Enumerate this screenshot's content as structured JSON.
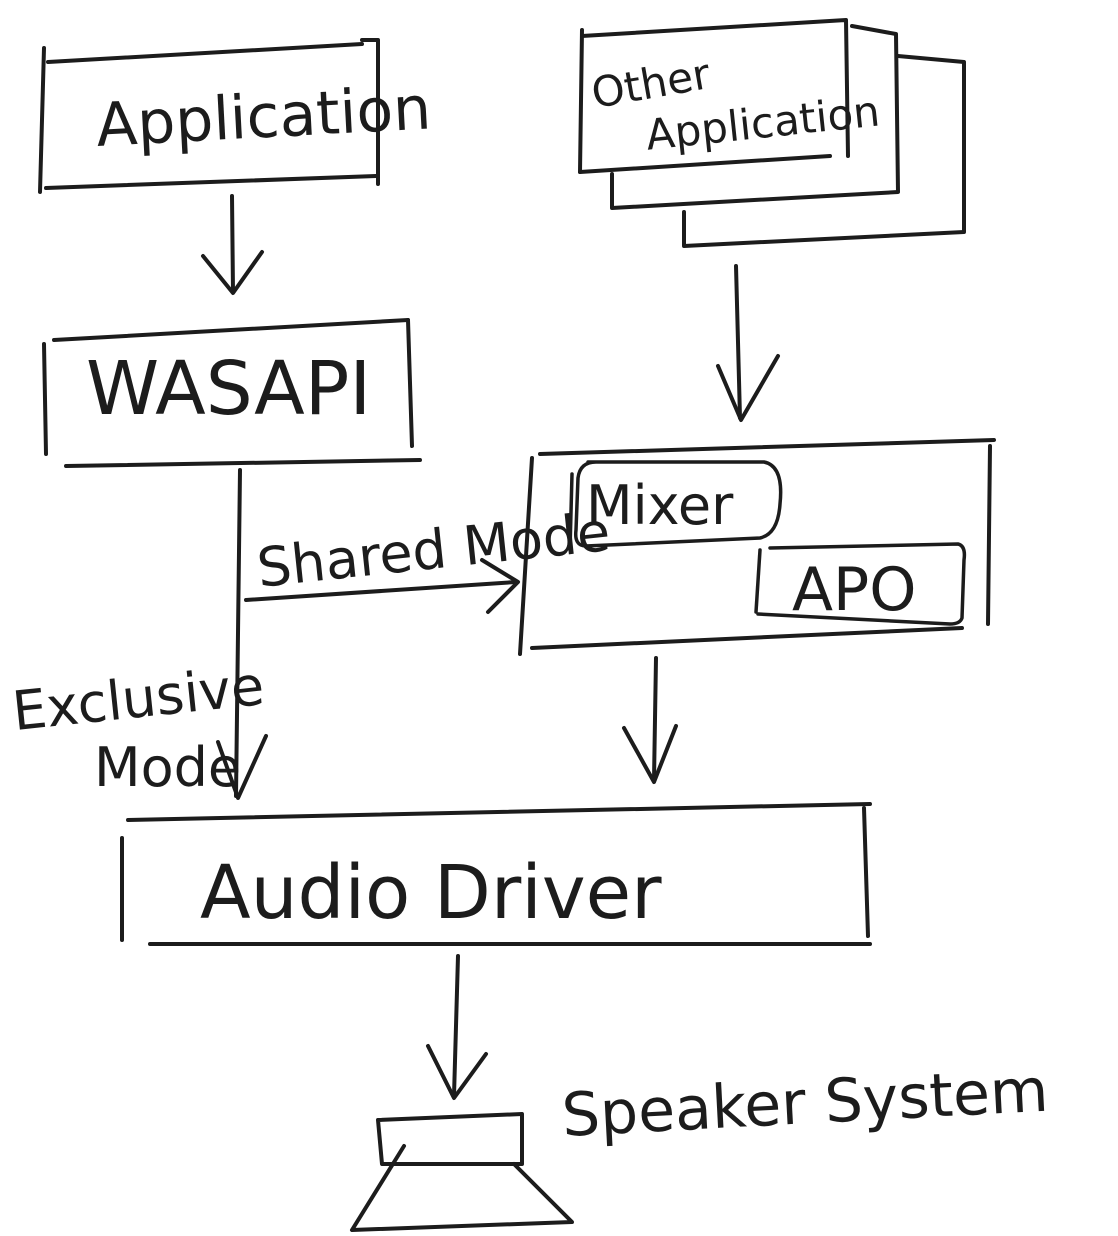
{
  "nodes": {
    "application": "Application",
    "other_application_line1": "Other",
    "other_application_line2": "Application",
    "wasapi": "WASAPI",
    "mixer": "Mixer",
    "apo": "APO",
    "audio_driver": "Audio Driver",
    "speaker_system": "Speaker System"
  },
  "edges": {
    "shared_mode": "Shared Mode",
    "exclusive_mode_line1": "Exclusive",
    "exclusive_mode_line2": "Mode"
  }
}
